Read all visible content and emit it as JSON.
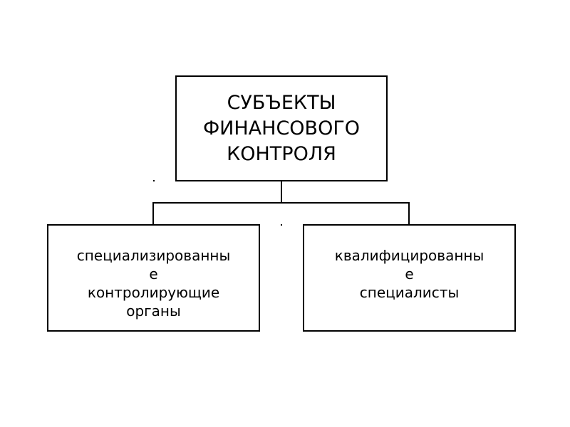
{
  "root": {
    "lines": [
      "СУБЪЕКТЫ",
      "ФИНАНСОВОГО",
      "КОНТРОЛЯ"
    ]
  },
  "children": [
    {
      "lines": [
        "специализированны",
        "е",
        "контролирующие",
        "органы"
      ]
    },
    {
      "lines": [
        "квалифицированны",
        "е",
        "специалисты"
      ]
    }
  ]
}
